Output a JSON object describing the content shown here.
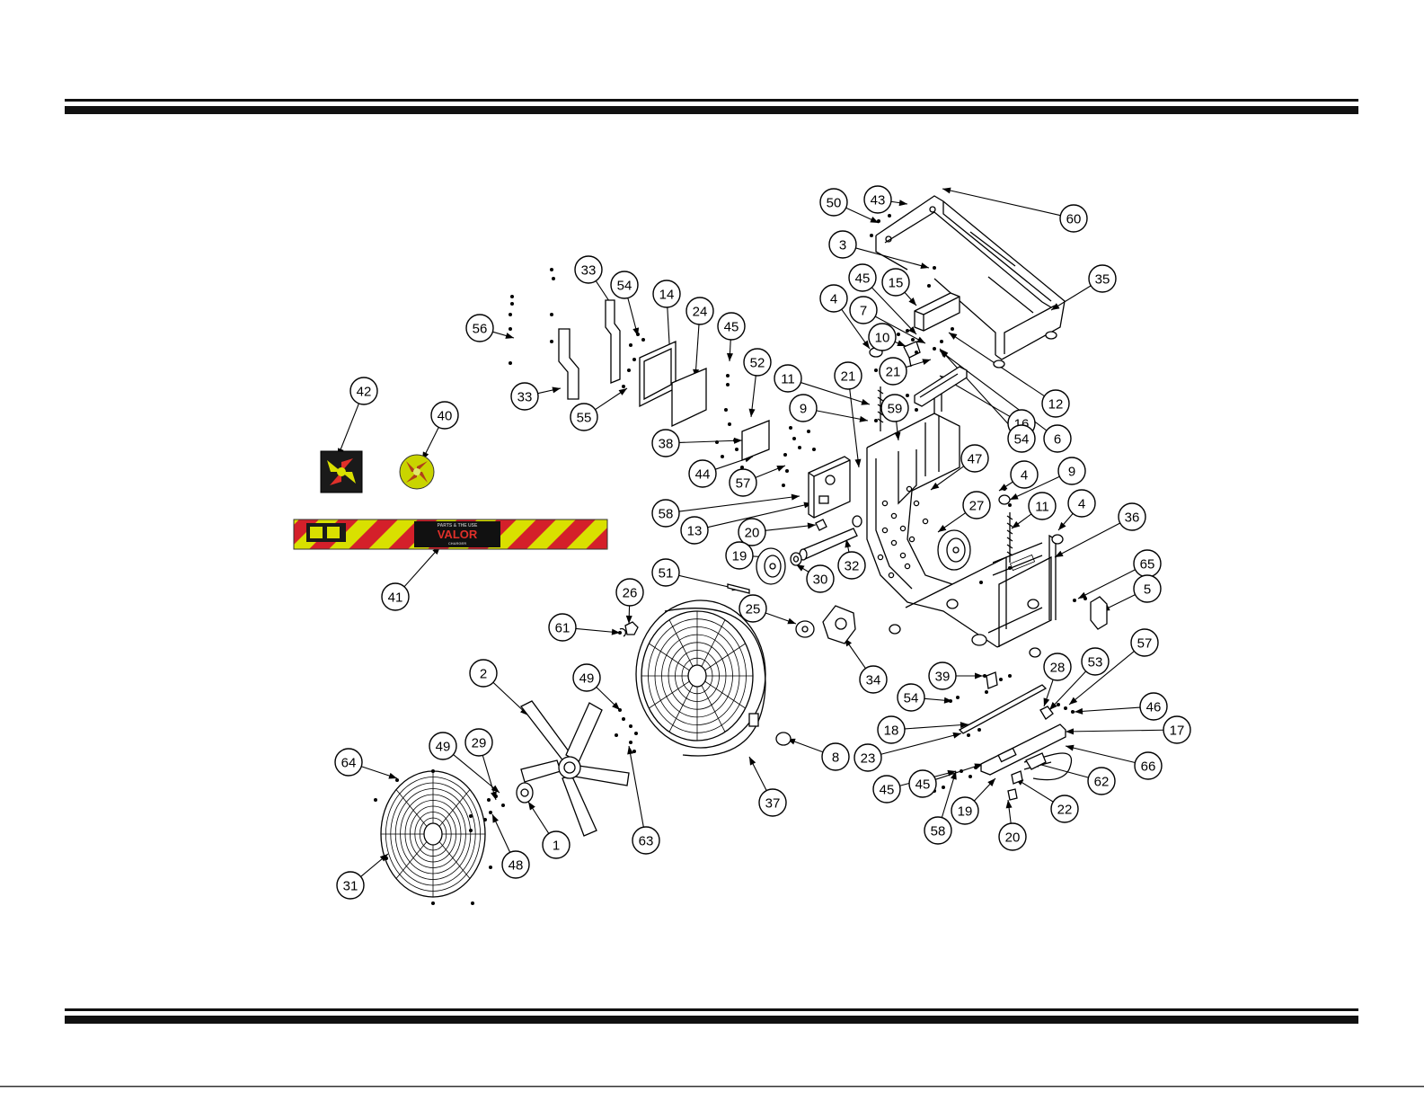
{
  "decals": {
    "banner_line1": "PARTS & THE USE",
    "banner_brand": "VALOR",
    "banner_line3": "CHARGER"
  },
  "colors": {
    "stripe_yellow": "#d9e000",
    "stripe_red": "#d4202a",
    "banner_center": "#111111",
    "brand_red": "#e0302a",
    "rule": "#111111"
  },
  "callouts": [
    {
      "label": "50"
    },
    {
      "label": "43"
    },
    {
      "label": "60"
    },
    {
      "label": "3"
    },
    {
      "label": "35"
    },
    {
      "label": "45"
    },
    {
      "label": "15"
    },
    {
      "label": "4"
    },
    {
      "label": "7"
    },
    {
      "label": "10"
    },
    {
      "label": "21"
    },
    {
      "label": "21"
    },
    {
      "label": "12"
    },
    {
      "label": "11"
    },
    {
      "label": "9"
    },
    {
      "label": "59"
    },
    {
      "label": "16"
    },
    {
      "label": "54"
    },
    {
      "label": "6"
    },
    {
      "label": "47"
    },
    {
      "label": "4"
    },
    {
      "label": "9"
    },
    {
      "label": "27"
    },
    {
      "label": "11"
    },
    {
      "label": "4"
    },
    {
      "label": "36"
    },
    {
      "label": "65"
    },
    {
      "label": "5"
    },
    {
      "label": "33"
    },
    {
      "label": "54"
    },
    {
      "label": "14"
    },
    {
      "label": "24"
    },
    {
      "label": "45"
    },
    {
      "label": "56"
    },
    {
      "label": "52"
    },
    {
      "label": "33"
    },
    {
      "label": "55"
    },
    {
      "label": "38"
    },
    {
      "label": "44"
    },
    {
      "label": "57"
    },
    {
      "label": "58"
    },
    {
      "label": "13"
    },
    {
      "label": "20"
    },
    {
      "label": "19"
    },
    {
      "label": "30"
    },
    {
      "label": "32"
    },
    {
      "label": "42"
    },
    {
      "label": "40"
    },
    {
      "label": "41"
    },
    {
      "label": "51"
    },
    {
      "label": "26"
    },
    {
      "label": "25"
    },
    {
      "label": "61"
    },
    {
      "label": "34"
    },
    {
      "label": "2"
    },
    {
      "label": "49"
    },
    {
      "label": "39"
    },
    {
      "label": "28"
    },
    {
      "label": "53"
    },
    {
      "label": "57"
    },
    {
      "label": "54"
    },
    {
      "label": "46"
    },
    {
      "label": "18"
    },
    {
      "label": "17"
    },
    {
      "label": "23"
    },
    {
      "label": "8"
    },
    {
      "label": "66"
    },
    {
      "label": "64"
    },
    {
      "label": "49"
    },
    {
      "label": "29"
    },
    {
      "label": "45"
    },
    {
      "label": "45"
    },
    {
      "label": "62"
    },
    {
      "label": "37"
    },
    {
      "label": "19"
    },
    {
      "label": "22"
    },
    {
      "label": "58"
    },
    {
      "label": "20"
    },
    {
      "label": "1"
    },
    {
      "label": "63"
    },
    {
      "label": "48"
    },
    {
      "label": "31"
    }
  ]
}
